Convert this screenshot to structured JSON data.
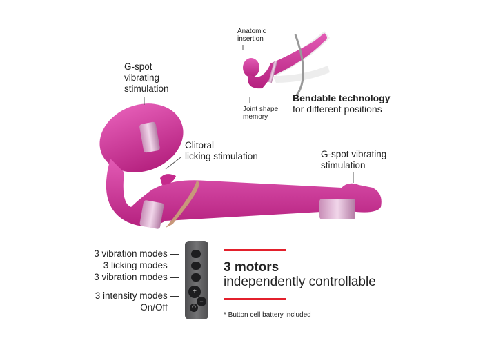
{
  "colors": {
    "product": "#d6379f",
    "accent": "#e3202c",
    "remote": "#5f5f61"
  },
  "callouts": {
    "anatomic": "Anatomic insertion",
    "joint": "Joint shape memory",
    "bendable_title": "Bendable technology",
    "bendable_sub": "for different positions",
    "gspot_left": [
      "G-spot",
      "vibrating",
      "stimulation"
    ],
    "clitoral": [
      "Clitoral",
      "licking stimulation"
    ],
    "gspot_right": [
      "G-spot vibrating",
      "stimulation"
    ]
  },
  "remote": {
    "labels": [
      "3 vibration modes —",
      "3 licking modes —",
      "3 vibration modes —",
      "3 intensity modes —",
      "On/Off —"
    ],
    "plus": "+",
    "minus": "−"
  },
  "motors": {
    "title": "3 motors",
    "subtitle": "independently controllable",
    "note": "* Button cell battery included"
  }
}
